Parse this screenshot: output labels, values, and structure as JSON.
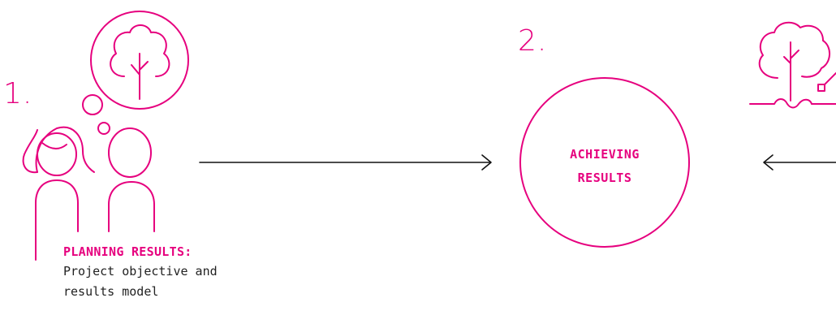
{
  "diagram": {
    "accent_color": "#e6007e",
    "line_color": "#111111",
    "step1": {
      "number": "1.",
      "heading": "PLANNING RESULTS:",
      "description_lines": [
        "Project objective and",
        "results model"
      ],
      "icons": [
        "people-icon",
        "thought-bubble-tree-icon"
      ]
    },
    "step2": {
      "number": "2.",
      "label_lines": [
        "ACHIEVING",
        "RESULTS"
      ]
    },
    "step3_partial": {
      "icons": [
        "tree-planting-icon"
      ]
    },
    "arrows": [
      "arrow-right",
      "arrow-left"
    ]
  }
}
